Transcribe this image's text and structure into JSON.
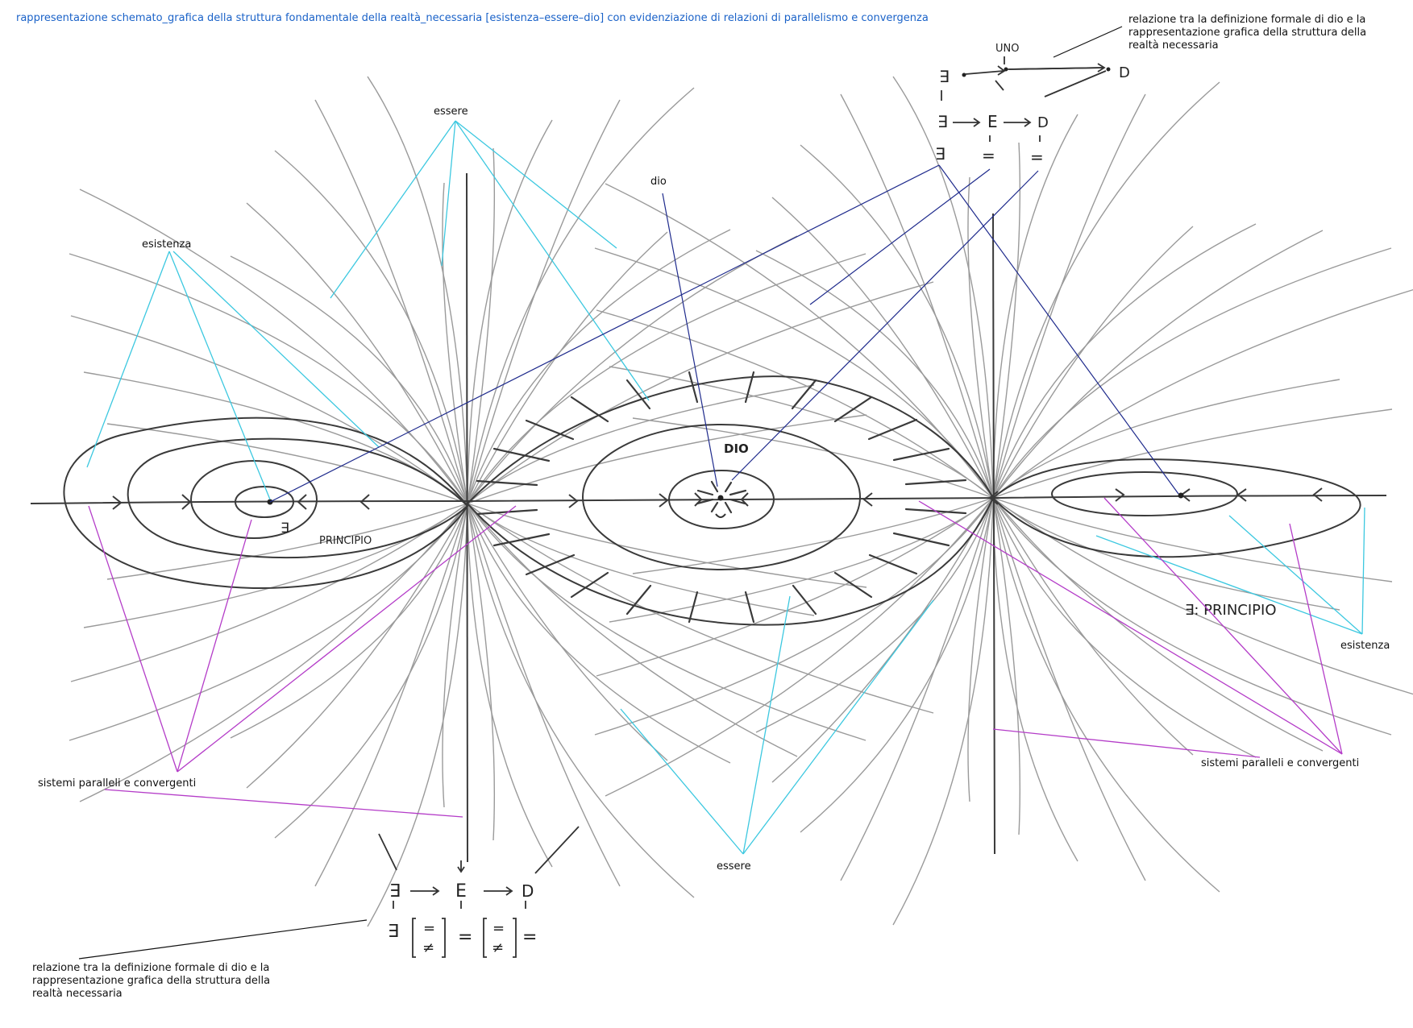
{
  "title": "rappresentazione schemato_grafica della struttura fondamentale della realtà_necessaria [esistenza–essere–dio] con evidenziazione di relazioni di parallelismo e convergenza",
  "labels": {
    "essere_top": "essere",
    "essere_bottom": "essere",
    "dio": "dio",
    "esistenza_left": "esistenza",
    "esistenza_right": "esistenza",
    "sistemi_left": "sistemi paralleli e convergenti",
    "sistemi_right": "sistemi paralleli e convergenti",
    "relazione_top": [
      "relazione tra la definizione formale di dio e la",
      "rappresentazione grafica della struttura della",
      "realtà necessaria"
    ],
    "relazione_bottom": [
      "relazione tra la definizione formale di dio e la",
      "rappresentazione grafica della struttura della",
      "realtà necessaria"
    ]
  },
  "handwriting": {
    "dio": "DIO",
    "principio_left": "PRINCIPIO",
    "principio_right": "∃: PRINCIPIO",
    "exists": "∃",
    "uno": "UNO",
    "e_sym": "E",
    "d_sym": "D",
    "eq": "=",
    "neq": "≠"
  },
  "colors": {
    "title": "#1a62c8",
    "cyan_lines": "#3cc8e0",
    "magenta_lines": "#b43cc8",
    "navy_lines": "#1e2a8c",
    "sketch": "#3a3a3a",
    "field_lines": "#8a8a8a"
  }
}
